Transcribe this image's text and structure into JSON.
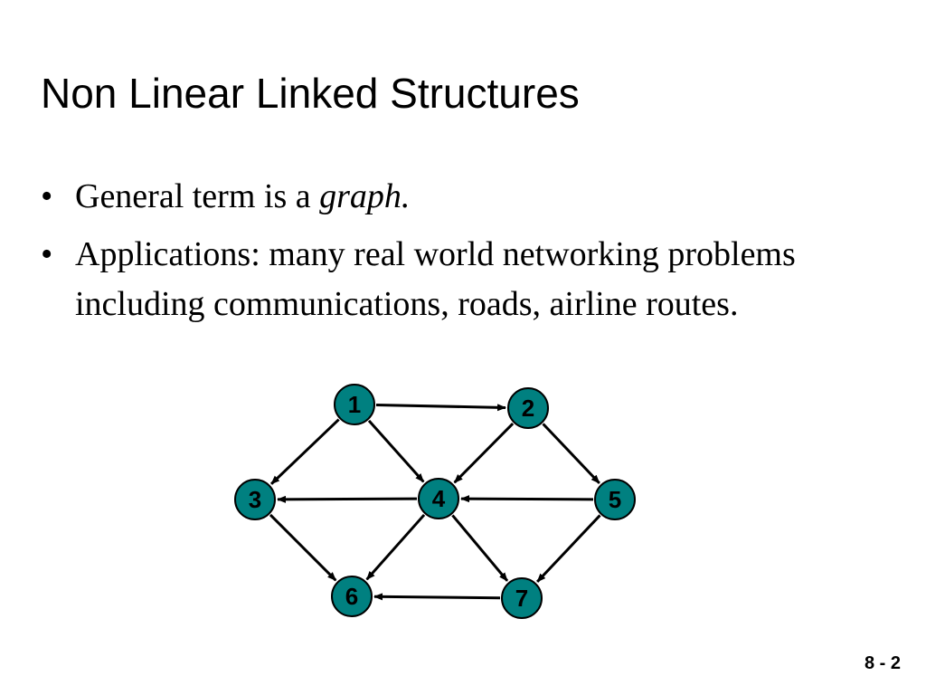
{
  "title": "Non Linear Linked Structures",
  "bullets": [
    {
      "prefix": "General term is a ",
      "emphasis": "graph."
    },
    {
      "text": "Applications:  many real world networking problems including communications, roads, airline routes."
    }
  ],
  "bullet_symbol": "•",
  "graph": {
    "node_color": "#008080",
    "nodes": [
      {
        "id": "1",
        "label": "1"
      },
      {
        "id": "2",
        "label": "2"
      },
      {
        "id": "3",
        "label": "3"
      },
      {
        "id": "4",
        "label": "4"
      },
      {
        "id": "5",
        "label": "5"
      },
      {
        "id": "6",
        "label": "6"
      },
      {
        "id": "7",
        "label": "7"
      }
    ],
    "edges": [
      {
        "from": "1",
        "to": "2"
      },
      {
        "from": "1",
        "to": "3"
      },
      {
        "from": "1",
        "to": "4"
      },
      {
        "from": "2",
        "to": "4"
      },
      {
        "from": "2",
        "to": "5"
      },
      {
        "from": "4",
        "to": "3"
      },
      {
        "from": "5",
        "to": "4"
      },
      {
        "from": "3",
        "to": "6"
      },
      {
        "from": "4",
        "to": "6"
      },
      {
        "from": "4",
        "to": "7"
      },
      {
        "from": "5",
        "to": "7"
      },
      {
        "from": "7",
        "to": "6"
      }
    ]
  },
  "slide_number": "8 - 2"
}
